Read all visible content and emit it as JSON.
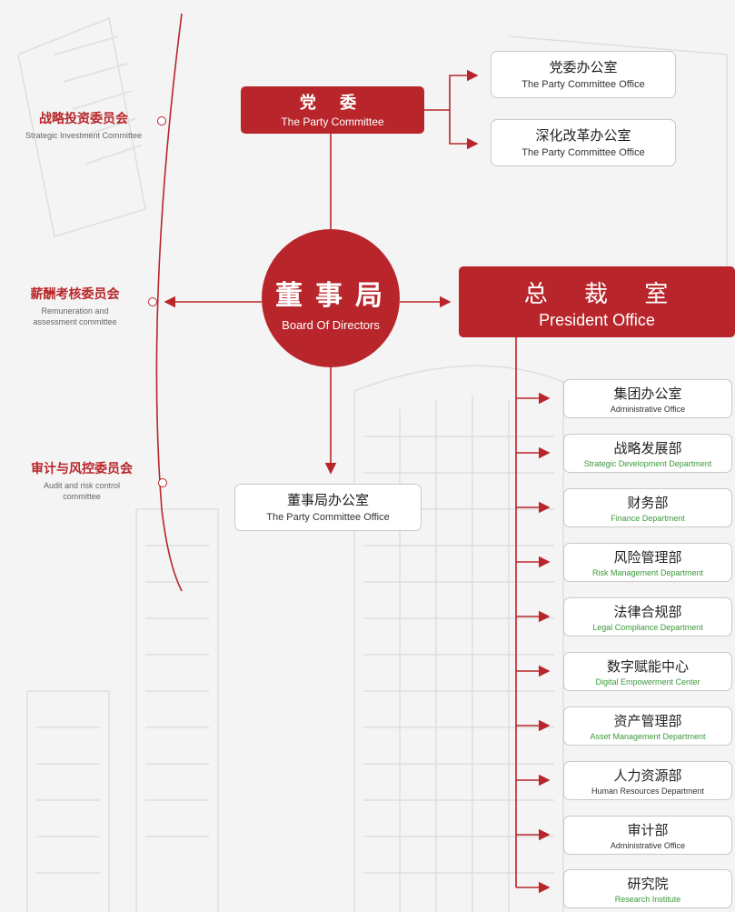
{
  "colors": {
    "accent": "#b8262b",
    "english_green": "#3a9a3a",
    "line": "#b8262b"
  },
  "party_committee": {
    "cn": "党 委",
    "en": "The Party Committee"
  },
  "party_offices": [
    {
      "cn": "党委办公室",
      "en": "The Party Committee Office"
    },
    {
      "cn": "深化改革办公室",
      "en": "The Party Committee Office"
    }
  ],
  "board": {
    "cn": "董事局",
    "en": "Board Of Directors"
  },
  "board_office": {
    "cn": "董事局办公室",
    "en": "The Party Committee Office"
  },
  "president": {
    "cn": "总 裁 室",
    "en": "President Office"
  },
  "committees": [
    {
      "cn": "战略投资委员会",
      "en": "Strategic Investment Committee"
    },
    {
      "cn": "薪酬考核委员会",
      "en": "Remuneration and assessment committee"
    },
    {
      "cn": "审计与风控委员会",
      "en": "Audit and risk control committee"
    }
  ],
  "departments": [
    {
      "cn": "集团办公室",
      "en": "Administrative Office",
      "en_color": "gray"
    },
    {
      "cn": "战略发展部",
      "en": "Strategic Development Department",
      "en_color": "green"
    },
    {
      "cn": "财务部",
      "en": "Finance Department",
      "en_color": "green"
    },
    {
      "cn": "风险管理部",
      "en": "Risk Management Department",
      "en_color": "green"
    },
    {
      "cn": "法律合规部",
      "en": "Legal Compliance Department",
      "en_color": "green"
    },
    {
      "cn": "数字赋能中心",
      "en": "Digital Empowerment Center",
      "en_color": "green"
    },
    {
      "cn": "资产管理部",
      "en": "Asset Management Department",
      "en_color": "green"
    },
    {
      "cn": "人力资源部",
      "en": "Human Resources Department",
      "en_color": "gray"
    },
    {
      "cn": "审计部",
      "en": "Administrative Office",
      "en_color": "gray"
    },
    {
      "cn": "研究院",
      "en": "Research Institute",
      "en_color": "green"
    }
  ]
}
